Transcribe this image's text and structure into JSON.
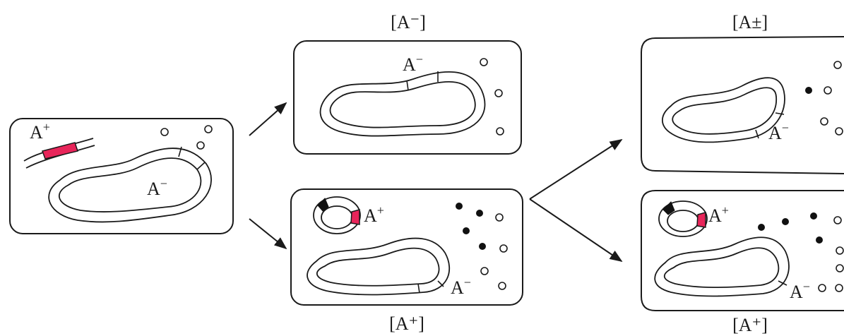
{
  "labels": {
    "cell_start_plasmid_gene": "A",
    "cell_start_plasmid_sup": "+",
    "cell_start_chromosome_gene": "A",
    "cell_start_chromosome_sup": "−",
    "top_middle_title": "[A⁻]",
    "top_middle_gene": "A",
    "top_middle_sup": "−",
    "bottom_middle_plasmid_gene": "A",
    "bottom_middle_plasmid_sup": "+",
    "bottom_middle_chromosome_gene": "A",
    "bottom_middle_chromosome_sup": "−",
    "bottom_middle_title": "[A⁺]",
    "top_right_title": "[A±]",
    "top_right_gene": "A",
    "top_right_sup": "−",
    "bottom_right_plasmid_gene": "A",
    "bottom_right_plasmid_sup": "+",
    "bottom_right_chromosome_gene": "A",
    "bottom_right_chromosome_sup": "−",
    "bottom_right_title": "[A⁺]"
  },
  "colors": {
    "outline": "#1a1a1a",
    "gene_highlight": "#e8255a",
    "marker_dark": "#111111",
    "background": "#ffffff"
  }
}
